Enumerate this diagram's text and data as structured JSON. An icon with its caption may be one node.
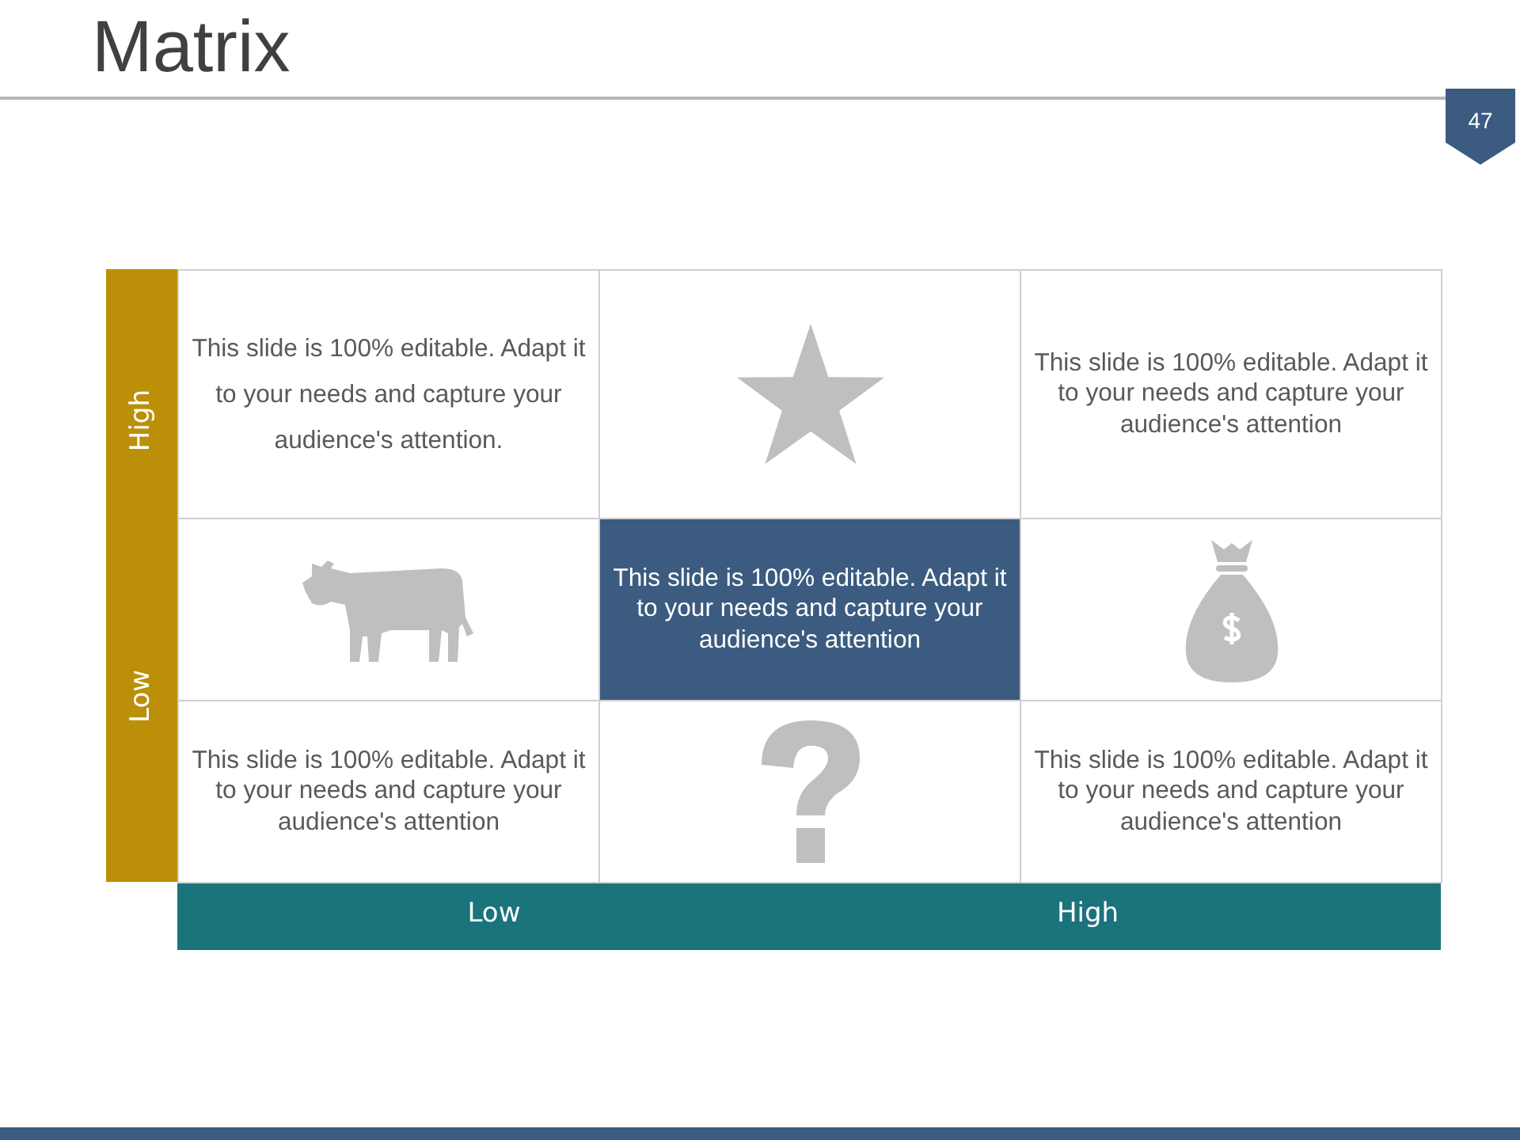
{
  "diagram": {
    "title": "Matrix",
    "nodes": [
      {
        "text": [
          "47"
        ]
      },
      {
        "text": [
          "High",
          "Low"
        ]
      },
      {
        "text": [
          "This slide is 100% editable. Adapt it to your needs and capture your audience's attention."
        ]
      },
      {
        "text": [],
        "shape": "picture"
      },
      {
        "text": [
          "This slide is 100% editable. Adapt it to your needs and capture your audience's attention"
        ]
      },
      {
        "text": [],
        "shape": "picture"
      },
      {
        "text": [
          "This slide is 100% editable. Adapt it to your needs and capture your audience's attention"
        ]
      },
      {
        "text": [],
        "shape": "picture"
      },
      {
        "text": [
          "This slide is 100% editable. Adapt it to your needs and capture your audience's attention"
        ]
      },
      {
        "text": [],
        "shape": "picture"
      },
      {
        "text": [
          "This slide is 100% editable. Adapt it to your needs and capture your audience's attention"
        ]
      },
      {
        "text": [
          "Low",
          "High"
        ]
      }
    ]
  }
}
